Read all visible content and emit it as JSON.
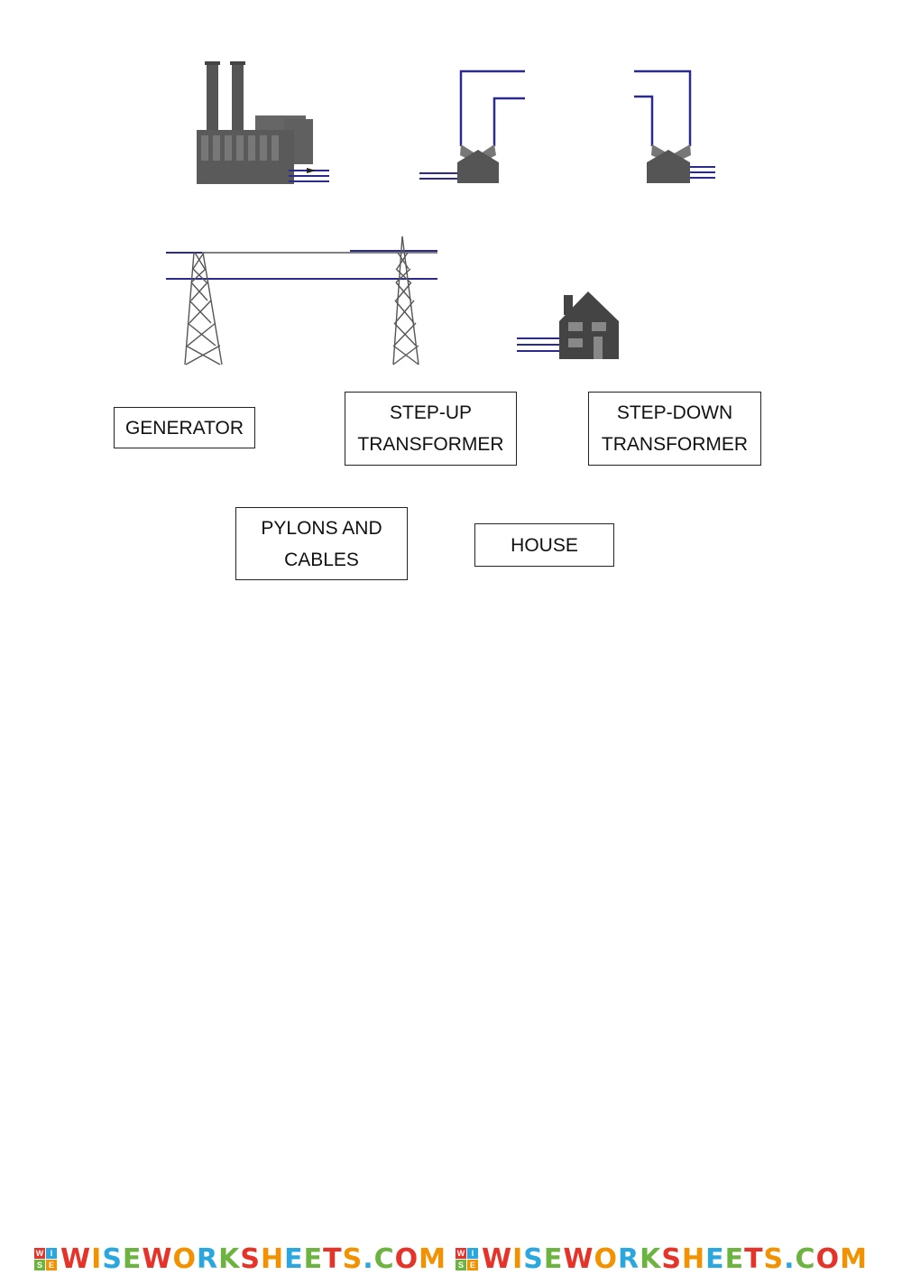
{
  "labels": {
    "generator": "GENERATOR",
    "step_up": [
      "STEP-UP",
      "TRANSFORMER"
    ],
    "step_down": [
      "STEP-DOWN",
      "TRANSFORMER"
    ],
    "pylons": [
      "PYLONS AND",
      "CABLES"
    ],
    "house": "HOUSE"
  },
  "footer": {
    "brand": "WISEWORKSHEETS.COM"
  },
  "colors": {
    "cable": "#2b2b8f",
    "building": "#555555",
    "brand_letters": [
      "#e6332a",
      "#f39200",
      "#2aa7df",
      "#6cb33f",
      "#e6332a",
      "#f39200",
      "#2aa7df",
      "#6cb33f",
      "#e6332a",
      "#f39200",
      "#2aa7df",
      "#6cb33f",
      "#e6332a",
      "#f39200",
      "#2aa7df",
      "#6cb33f",
      "#e6332a",
      "#f39200"
    ]
  },
  "icons": [
    "factory-icon",
    "step-up-transformer-icon",
    "step-down-transformer-icon",
    "pylon-icon",
    "house-icon",
    "wise-logo-icon"
  ]
}
